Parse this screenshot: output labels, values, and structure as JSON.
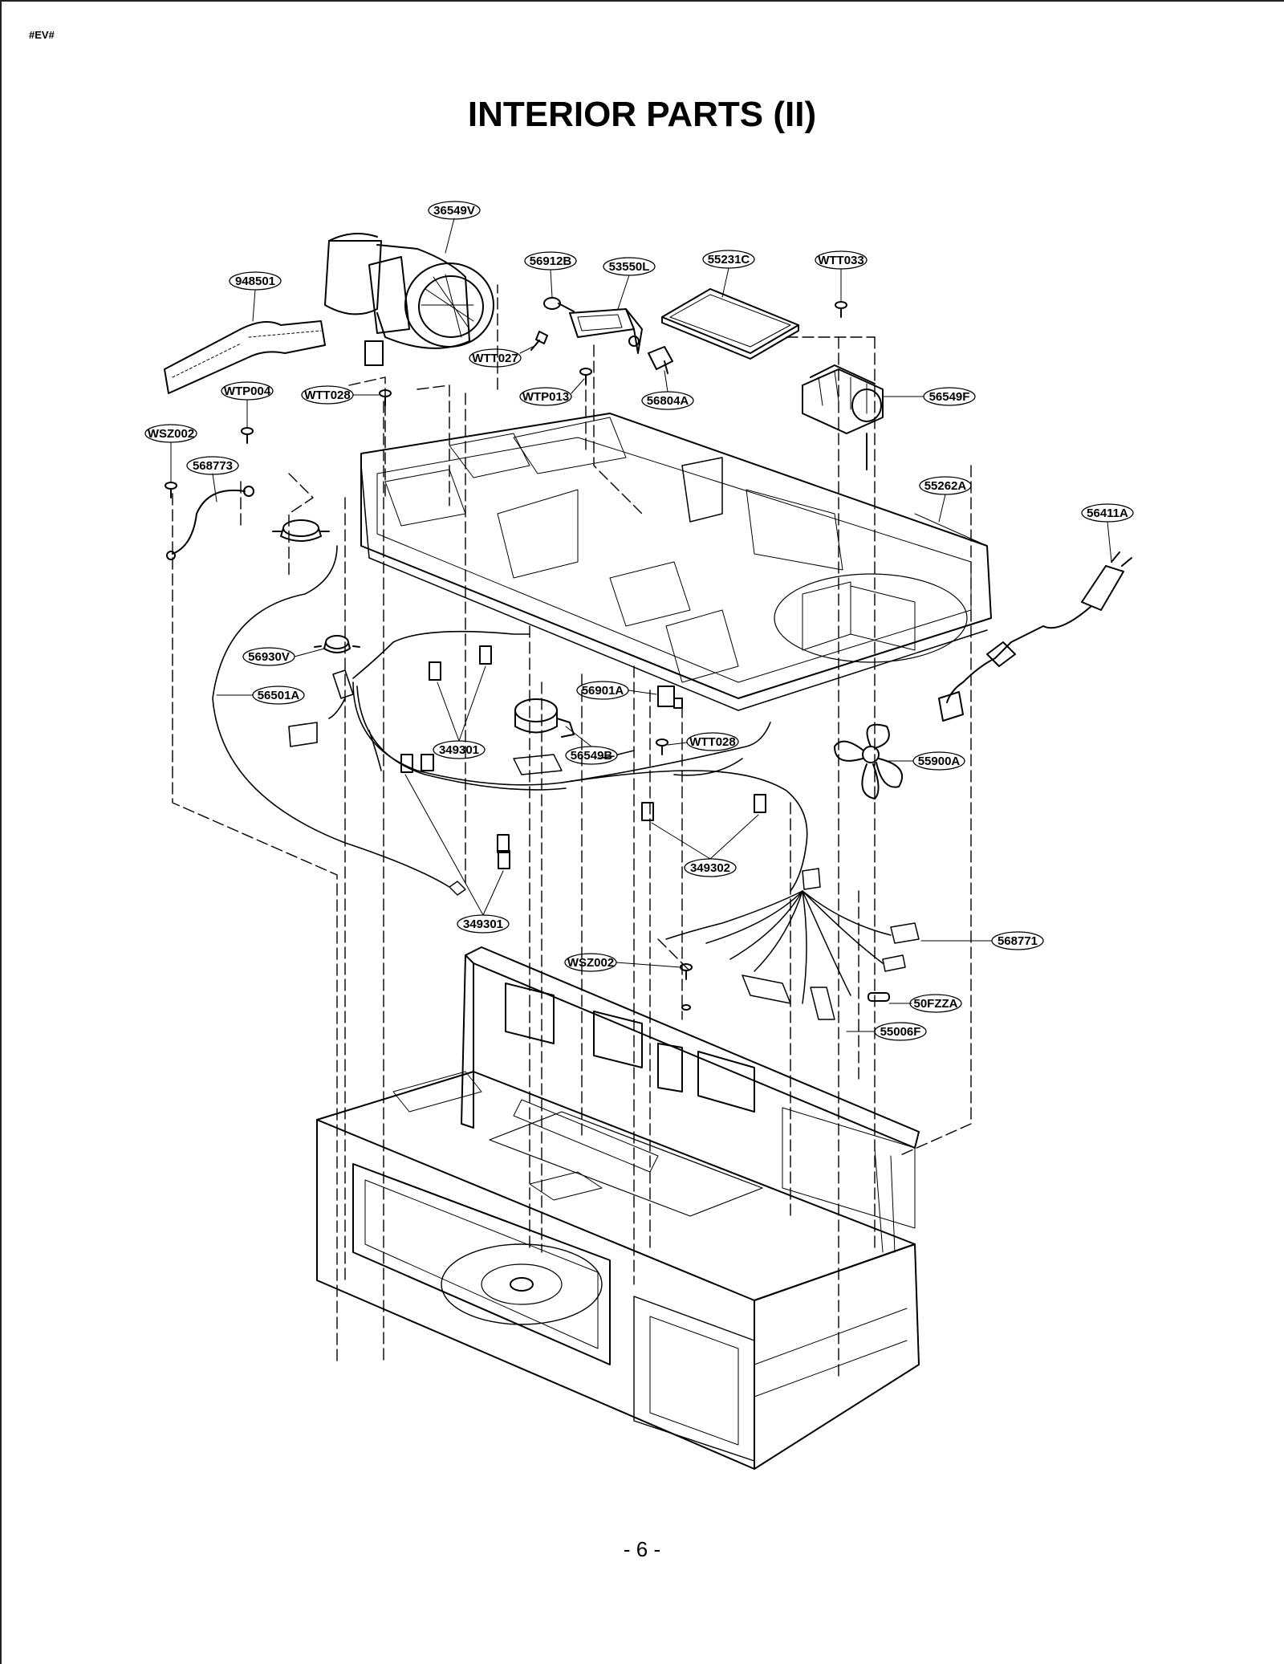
{
  "header": {
    "doc_tag": "#EV#",
    "title": "INTERIOR PARTS (II)"
  },
  "footer": {
    "page_number": "- 6 -"
  },
  "colors": {
    "line": "#000000",
    "background": "#ffffff"
  },
  "callouts": [
    {
      "id": "c1",
      "label": "36549V"
    },
    {
      "id": "c2",
      "label": "948501"
    },
    {
      "id": "c3",
      "label": "56912B"
    },
    {
      "id": "c4",
      "label": "53550L"
    },
    {
      "id": "c5",
      "label": "55231C"
    },
    {
      "id": "c6",
      "label": "WTT033"
    },
    {
      "id": "c7",
      "label": "WTT027"
    },
    {
      "id": "c8",
      "label": "WTP004"
    },
    {
      "id": "c9",
      "label": "WTT028"
    },
    {
      "id": "c10",
      "label": "WTP013"
    },
    {
      "id": "c11",
      "label": "56804A"
    },
    {
      "id": "c12",
      "label": "56549F"
    },
    {
      "id": "c13",
      "label": "WSZ002"
    },
    {
      "id": "c14",
      "label": "568773"
    },
    {
      "id": "c15",
      "label": "55262A"
    },
    {
      "id": "c16",
      "label": "56411A"
    },
    {
      "id": "c17",
      "label": "56930V"
    },
    {
      "id": "c18",
      "label": "56901A"
    },
    {
      "id": "c19",
      "label": "56501A"
    },
    {
      "id": "c20",
      "label": "349301"
    },
    {
      "id": "c21",
      "label": "56549B"
    },
    {
      "id": "c22",
      "label": "WTT028"
    },
    {
      "id": "c23",
      "label": "55900A"
    },
    {
      "id": "c24",
      "label": "349302"
    },
    {
      "id": "c25",
      "label": "349301"
    },
    {
      "id": "c26",
      "label": "568771"
    },
    {
      "id": "c27",
      "label": "WSZ002"
    },
    {
      "id": "c28",
      "label": "50FZZA"
    },
    {
      "id": "c29",
      "label": "55006F"
    }
  ]
}
